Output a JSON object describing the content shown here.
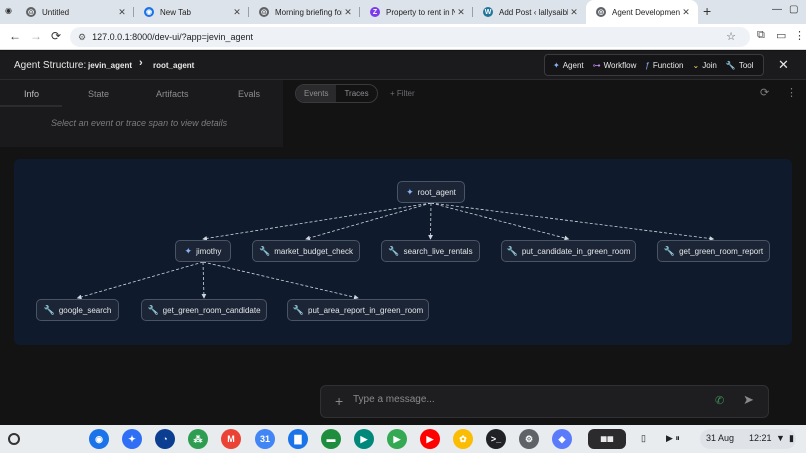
{
  "browser": {
    "tabs": [
      {
        "label": "Untitled",
        "icon": "globe-icon",
        "active": false
      },
      {
        "label": "New Tab",
        "icon": "chrome-icon",
        "active": false
      },
      {
        "label": "Morning briefing for y",
        "icon": "globe-icon",
        "active": false
      },
      {
        "label": "Property to rent in Ne",
        "icon": "z-icon",
        "active": false
      },
      {
        "label": "Add Post ‹ lallysaiblo",
        "icon": "wordpress-icon",
        "active": false
      },
      {
        "label": "Agent Development K",
        "icon": "globe-icon",
        "active": true
      }
    ],
    "tab_close_glyph": "✕",
    "new_tab_glyph": "+",
    "url": "127.0.0.1:8000/dev-ui/?app=jevin_agent"
  },
  "app": {
    "title": "Agent Structure:",
    "breadcrumb_root": "jevin_agent",
    "breadcrumb_sep": "›",
    "breadcrumb_current": "root_agent",
    "legend": [
      {
        "icon": "sparkle-icon",
        "glyph": "✦",
        "label": "Agent",
        "color": "#8ab4f8"
      },
      {
        "icon": "workflow-icon",
        "glyph": "⊶",
        "label": "Workflow",
        "color": "#c58af9"
      },
      {
        "icon": "function-icon",
        "glyph": "ƒ",
        "label": "Function",
        "color": "#8ab4f8"
      },
      {
        "icon": "join-icon",
        "glyph": "⌄",
        "label": "Join",
        "color": "#fdd663"
      },
      {
        "icon": "wrench-icon",
        "glyph": "🔧",
        "label": "Tool",
        "color": "#9aa0a6"
      }
    ],
    "close_glyph": "✕"
  },
  "left_tabs": [
    {
      "label": "Info",
      "active": true
    },
    {
      "label": "State",
      "active": false
    },
    {
      "label": "Artifacts",
      "active": false
    },
    {
      "label": "Evals",
      "active": false
    }
  ],
  "left_hint": "Select an event or trace span to view details",
  "right_toolbar": {
    "segments": [
      {
        "label": "Events",
        "active": true
      },
      {
        "label": "Traces",
        "active": false
      }
    ],
    "filter_label": "+ Filter"
  },
  "graph": {
    "nodes": [
      {
        "id": "root_agent",
        "label": "root_agent",
        "kind": "agent"
      },
      {
        "id": "jimothy",
        "label": "jimothy",
        "kind": "agent"
      },
      {
        "id": "market_budget_check",
        "label": "market_budget_check",
        "kind": "tool"
      },
      {
        "id": "search_live_rentals",
        "label": "search_live_rentals",
        "kind": "tool"
      },
      {
        "id": "put_candidate_in_green_room",
        "label": "put_candidate_in_green_room",
        "kind": "tool"
      },
      {
        "id": "get_green_room_report",
        "label": "get_green_room_report",
        "kind": "tool"
      },
      {
        "id": "google_search",
        "label": "google_search",
        "kind": "tool"
      },
      {
        "id": "get_green_room_candidate",
        "label": "get_green_room_candidate",
        "kind": "tool"
      },
      {
        "id": "put_area_report_in_green_room",
        "label": "put_area_report_in_green_room",
        "kind": "tool"
      }
    ],
    "edges": [
      [
        "root_agent",
        "jimothy"
      ],
      [
        "root_agent",
        "market_budget_check"
      ],
      [
        "root_agent",
        "search_live_rentals"
      ],
      [
        "root_agent",
        "put_candidate_in_green_room"
      ],
      [
        "root_agent",
        "get_green_room_report"
      ],
      [
        "jimothy",
        "google_search"
      ],
      [
        "jimothy",
        "get_green_room_candidate"
      ],
      [
        "jimothy",
        "put_area_report_in_green_room"
      ]
    ]
  },
  "composer": {
    "placeholder": "Type a message..."
  },
  "shelf": {
    "apps": [
      {
        "name": "chrome-icon",
        "color": "#1a73e8",
        "glyph": "◉"
      },
      {
        "name": "gemini-icon",
        "color": "#2f6ff5",
        "glyph": "✦"
      },
      {
        "name": "nearby-icon",
        "color": "#0b3d91",
        "glyph": "◔"
      },
      {
        "name": "apps-grid-icon",
        "color": "#2e9d52",
        "glyph": "⁂"
      },
      {
        "name": "gmail-icon",
        "color": "#ea4335",
        "glyph": "M"
      },
      {
        "name": "calendar-icon",
        "color": "#4285f4",
        "glyph": "31"
      },
      {
        "name": "files-icon",
        "color": "#1a73e8",
        "glyph": "▇"
      },
      {
        "name": "chat-icon",
        "color": "#1e8e3e",
        "glyph": "▬"
      },
      {
        "name": "meet-icon",
        "color": "#00897b",
        "glyph": "▶"
      },
      {
        "name": "play-store-icon",
        "color": "#34a853",
        "glyph": "▶"
      },
      {
        "name": "youtube-icon",
        "color": "#ff0000",
        "glyph": "▶"
      },
      {
        "name": "photos-icon",
        "color": "#fbbc04",
        "glyph": "✿"
      },
      {
        "name": "terminal-icon",
        "color": "#202124",
        "glyph": ">_"
      },
      {
        "name": "settings-icon",
        "color": "#5f6368",
        "glyph": "⚙"
      },
      {
        "name": "store-icon",
        "color": "#5b7cfa",
        "glyph": "◆"
      }
    ],
    "date": "31 Aug",
    "time": "12:21"
  }
}
